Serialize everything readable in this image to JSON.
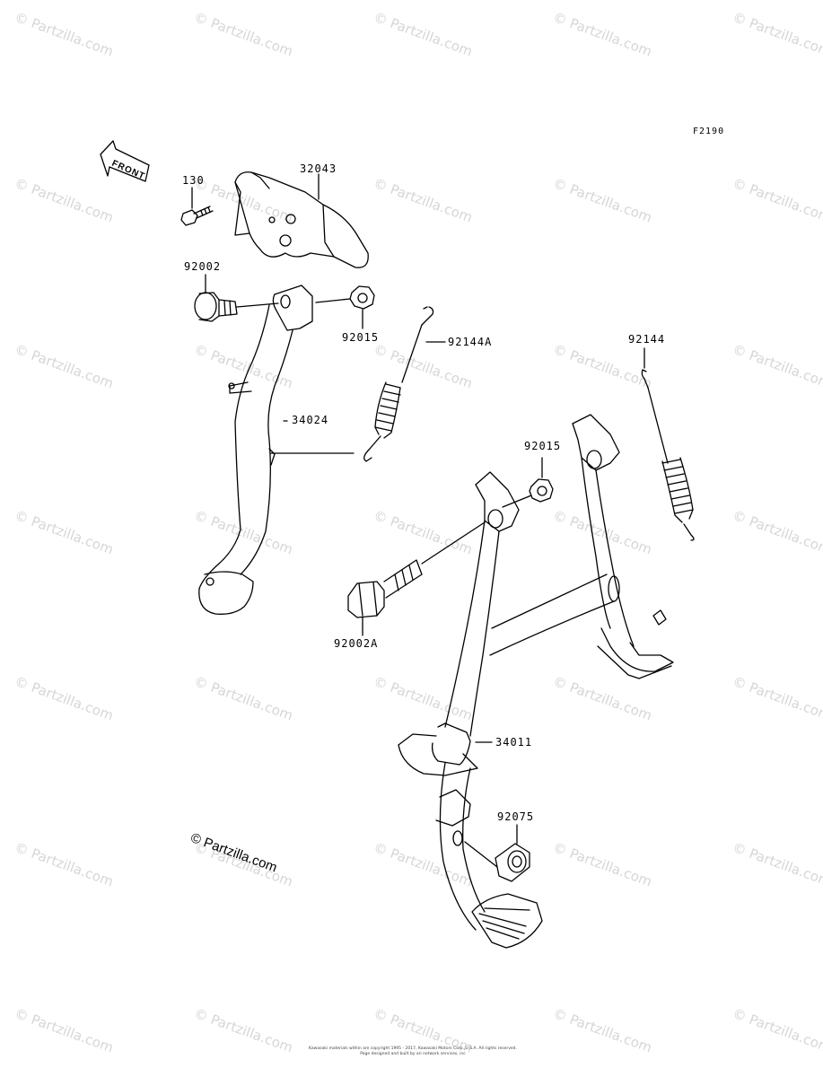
{
  "watermark": {
    "text": "© Partzilla.com"
  },
  "diagram_code": "F2190",
  "front_arrow": {
    "label": "FRONT"
  },
  "parts": {
    "bolt_130": "130",
    "bracket": "32043",
    "bolt_92002": "92002",
    "nut_upper": "92015",
    "spring_a": "92144A",
    "side_stand": "34024",
    "spring": "92144",
    "nut_lower": "92015",
    "bolt_92002a": "92002A",
    "main_stand": "34011",
    "rubber": "92075"
  },
  "copyright_mark": "© Partzilla.com",
  "footer": {
    "line1": "Kawasaki materials within are copyright 1995 - 2017, Kawasaki Motors Corp.,U.S.A. All rights reserved.",
    "line2": "Page designed and built by ari network services, inc"
  }
}
